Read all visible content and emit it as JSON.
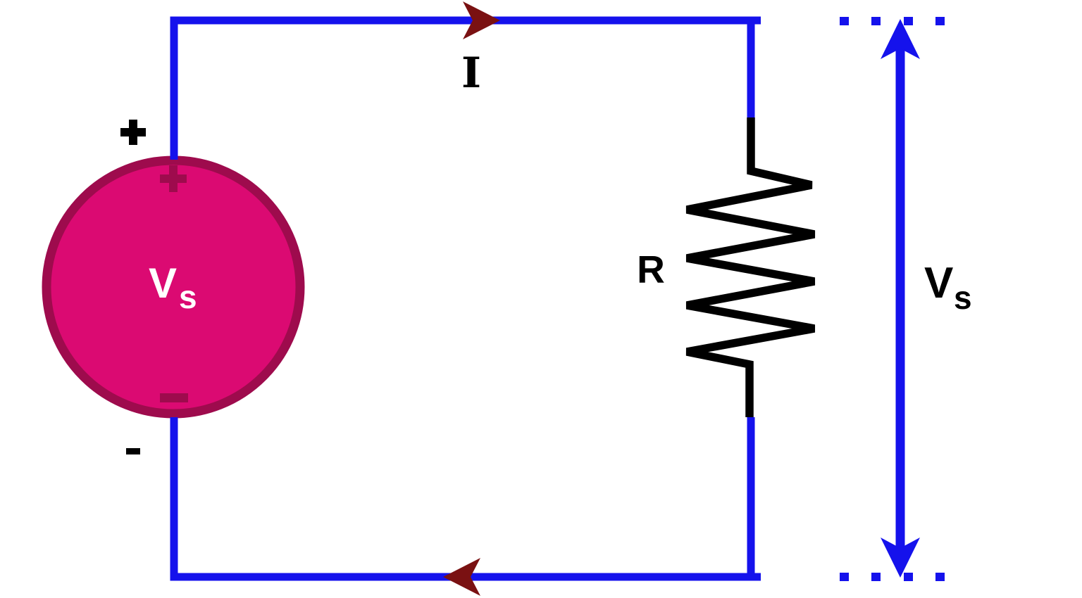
{
  "diagram": {
    "type": "circuit-schematic",
    "components": [
      {
        "name": "voltage-source",
        "label": "Vs",
        "shape": "circle"
      },
      {
        "name": "resistor",
        "label": "R",
        "shape": "zigzag"
      },
      {
        "name": "current-direction-arrows",
        "label": "I"
      },
      {
        "name": "voltage-measurement-arrow",
        "label": "Vs",
        "style": "double-headed arrow with dashed reference lines"
      }
    ]
  },
  "labels": {
    "current_label": "I",
    "resistor_label": "R",
    "source_voltage": {
      "base": "V",
      "sub": "s"
    },
    "measured_voltage": {
      "base": "V",
      "sub": "s"
    },
    "outer_polarity_plus": "+",
    "outer_polarity_minus": "-",
    "source_terminal_plus": "+",
    "source_terminal_minus": "-"
  },
  "colors": {
    "wire_blue": "#1512EC",
    "current_arrow_maroon": "#7A1112",
    "source_fill": "#DB0A72",
    "source_border": "#9E0B4D",
    "source_symbol": "#9E0B4D",
    "component_black": "#000000",
    "label_white": "#FFFFFF",
    "background": "#FFFFFF"
  }
}
